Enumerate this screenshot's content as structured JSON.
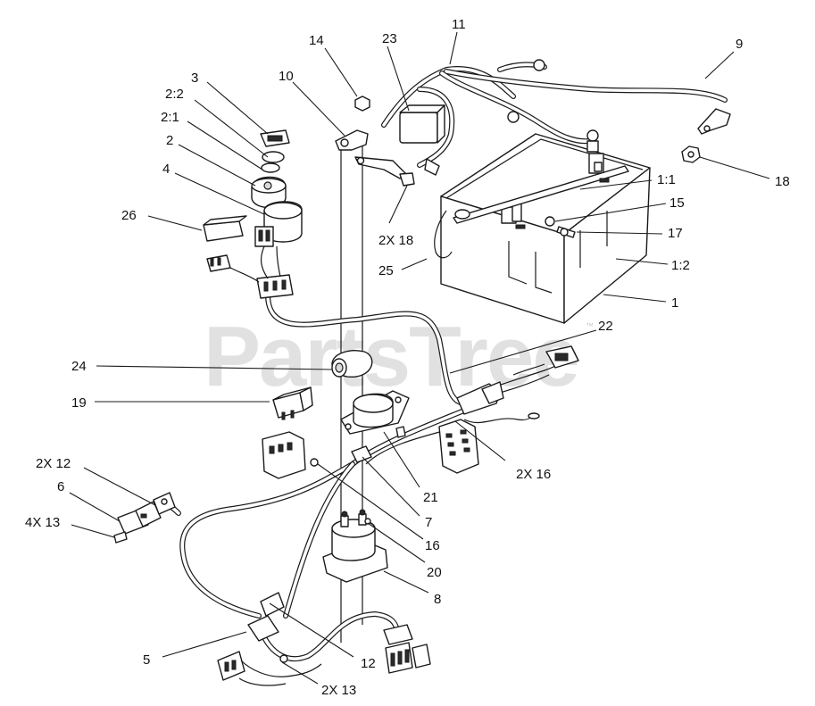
{
  "watermark": {
    "text": "PartsTree",
    "mark": "™"
  },
  "callouts": [
    {
      "id": "c-3",
      "label": "3"
    },
    {
      "id": "c-2-2",
      "label": "2:2"
    },
    {
      "id": "c-2-1",
      "label": "2:1"
    },
    {
      "id": "c-2",
      "label": "2"
    },
    {
      "id": "c-4",
      "label": "4"
    },
    {
      "id": "c-26",
      "label": "26"
    },
    {
      "id": "c-10",
      "label": "10"
    },
    {
      "id": "c-14",
      "label": "14"
    },
    {
      "id": "c-23",
      "label": "23"
    },
    {
      "id": "c-11",
      "label": "11"
    },
    {
      "id": "c-9",
      "label": "9"
    },
    {
      "id": "c-18",
      "label": "18"
    },
    {
      "id": "c-1-1",
      "label": "1:1"
    },
    {
      "id": "c-15",
      "label": "15"
    },
    {
      "id": "c-17",
      "label": "17"
    },
    {
      "id": "c-1-2",
      "label": "1:2"
    },
    {
      "id": "c-1",
      "label": "1"
    },
    {
      "id": "c-2x18",
      "label": "2X 18"
    },
    {
      "id": "c-25",
      "label": "25"
    },
    {
      "id": "c-22",
      "label": "22"
    },
    {
      "id": "c-24",
      "label": "24"
    },
    {
      "id": "c-19",
      "label": "19"
    },
    {
      "id": "c-2x16",
      "label": "2X 16"
    },
    {
      "id": "c-2x12",
      "label": "2X 12"
    },
    {
      "id": "c-6",
      "label": "6"
    },
    {
      "id": "c-4x13",
      "label": "4X 13"
    },
    {
      "id": "c-21",
      "label": "21"
    },
    {
      "id": "c-7",
      "label": "7"
    },
    {
      "id": "c-16",
      "label": "16"
    },
    {
      "id": "c-20",
      "label": "20"
    },
    {
      "id": "c-8",
      "label": "8"
    },
    {
      "id": "c-5",
      "label": "5"
    },
    {
      "id": "c-12",
      "label": "12"
    },
    {
      "id": "c-2x13",
      "label": "2X 13"
    }
  ]
}
